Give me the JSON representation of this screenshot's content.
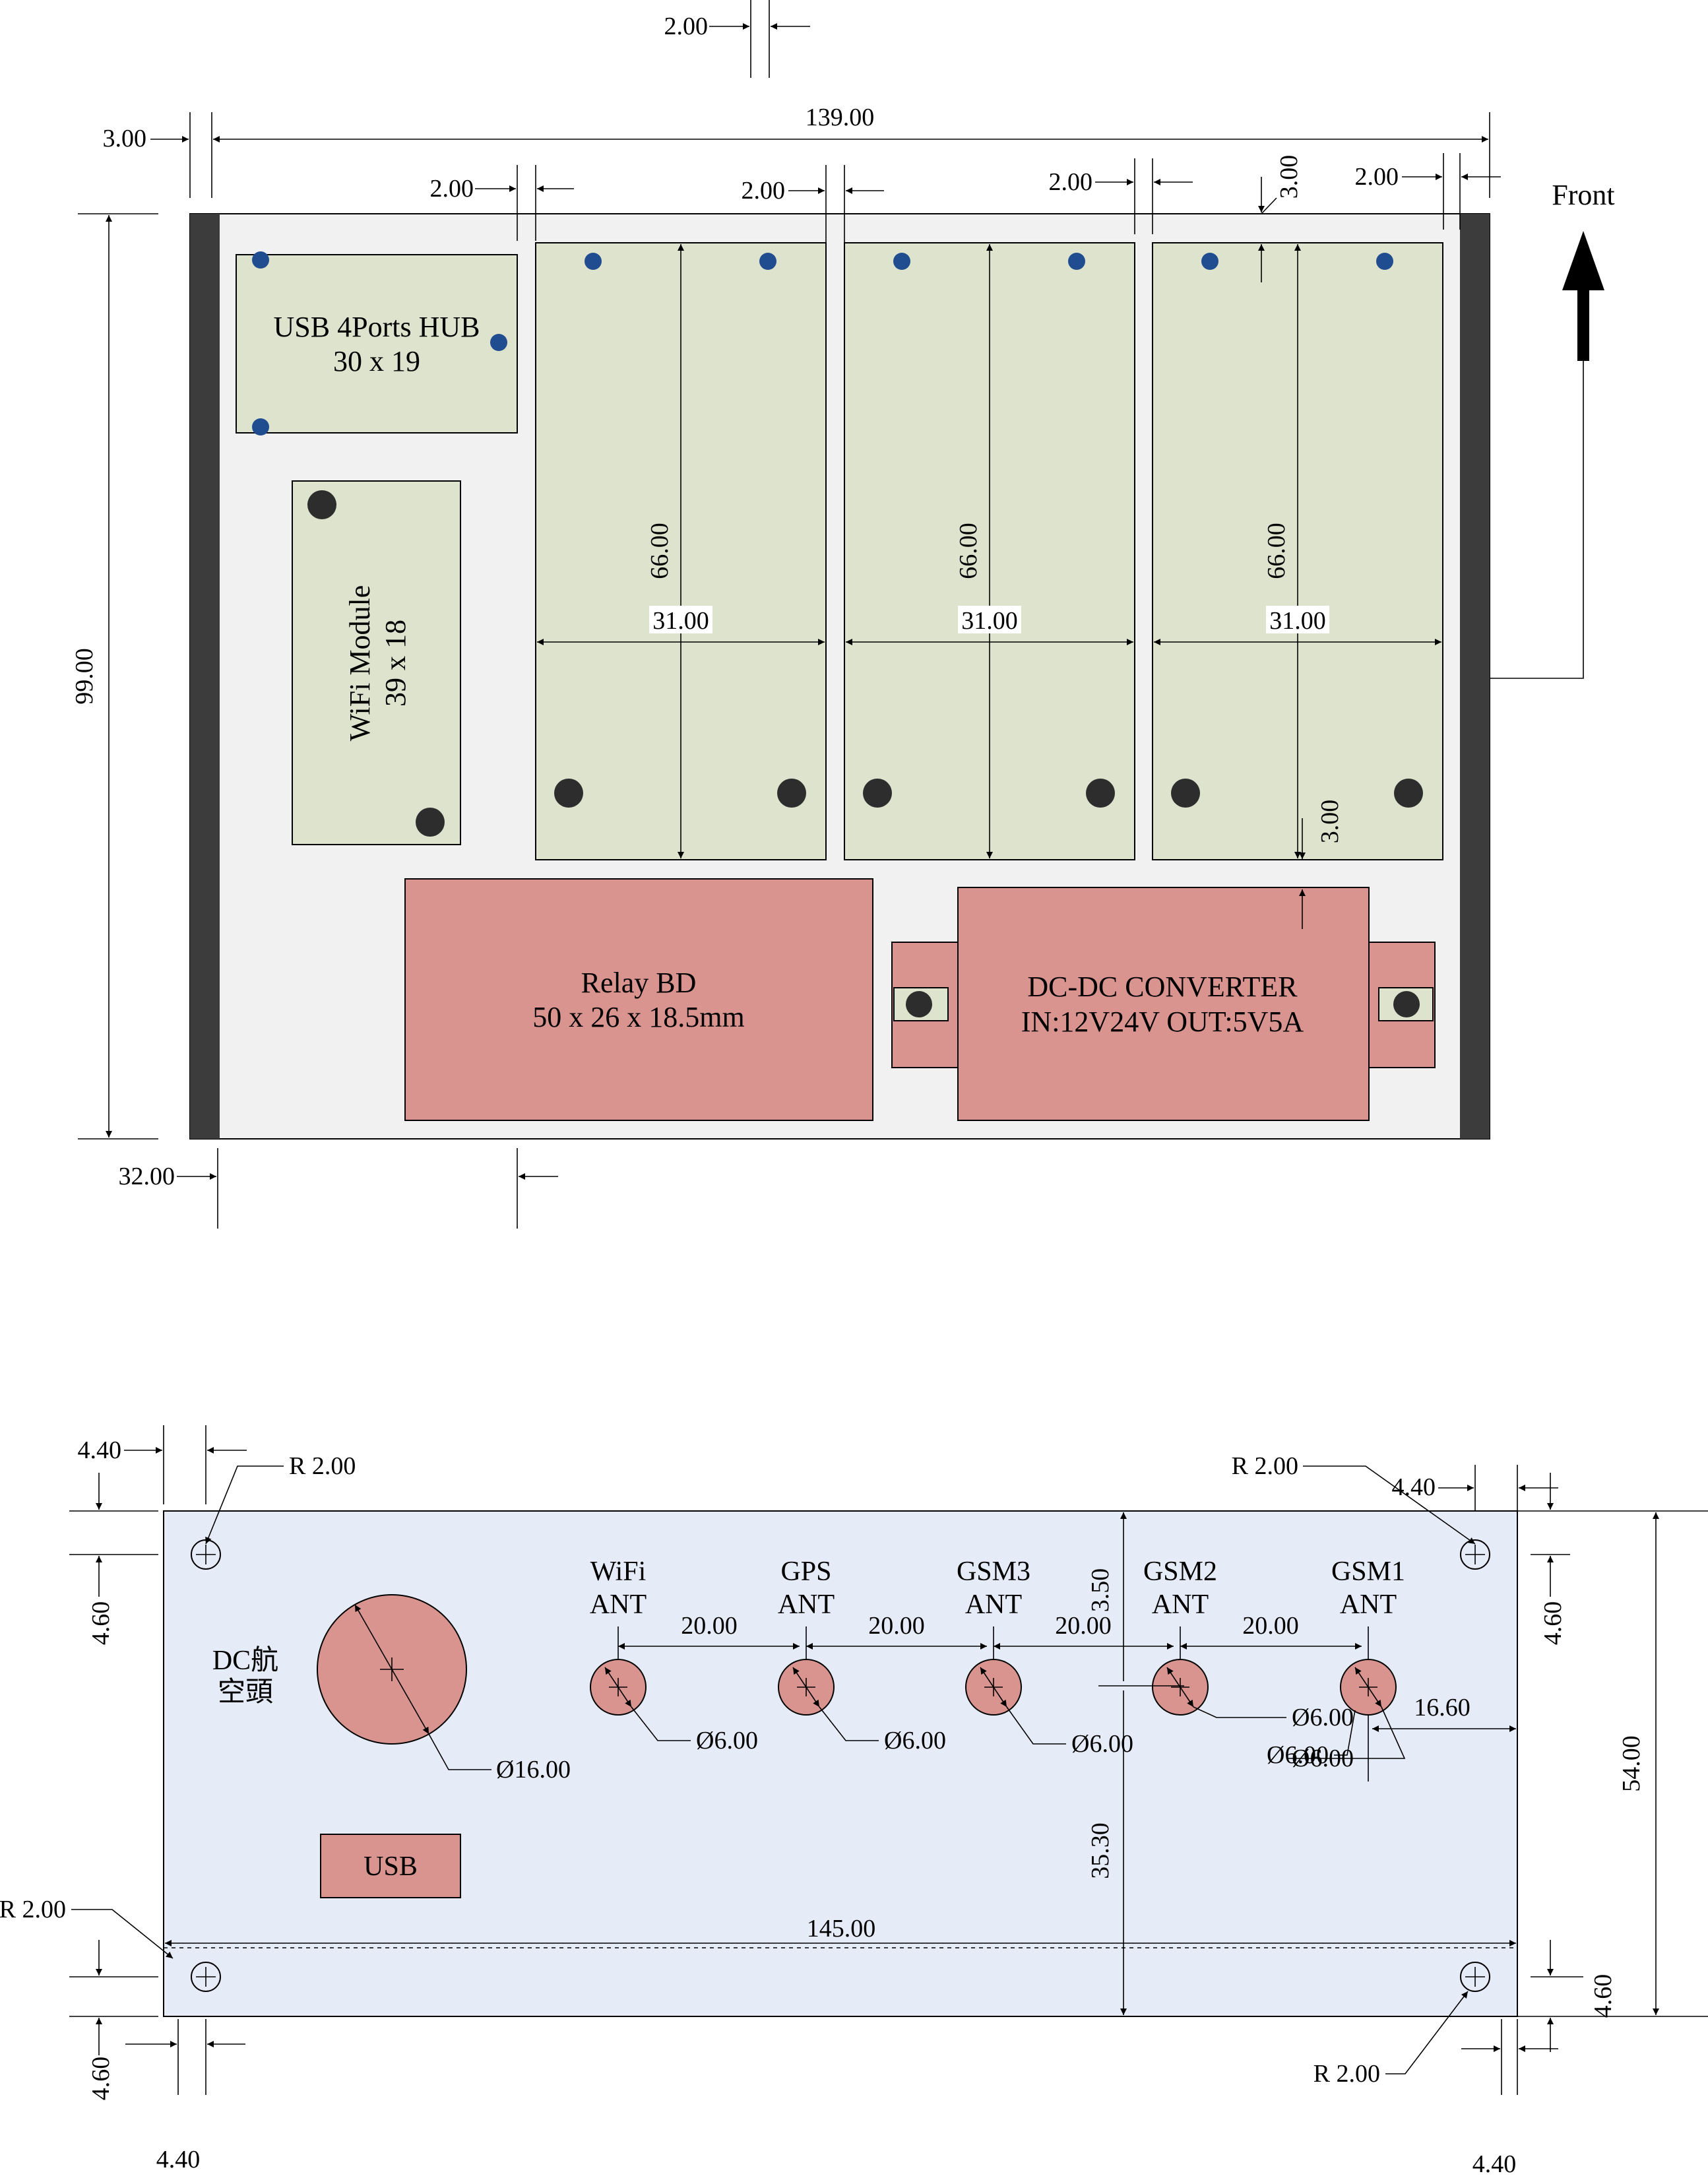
{
  "colors": {
    "board_bg": "#f1f1f1",
    "module_green": "#dde3cd",
    "module_red": "#d9948f",
    "rail_dark": "#3c3c3c",
    "hole_blue": "#1f4d8f",
    "hole_dark": "#2d2d2d",
    "panel_blue": "#e6ecf7"
  },
  "top_view": {
    "front_label": "Front",
    "usb_hub": {
      "line1": "USB 4Ports HUB",
      "line2": "30 x 19"
    },
    "wifi_module": {
      "line1": "WiFi Module",
      "line2": "39 x 18"
    },
    "relay": {
      "line1": "Relay BD",
      "line2": "50 x 26 x 18.5mm"
    },
    "dcdc": {
      "line1": "DC-DC CONVERTER",
      "line2": "IN:12V24V OUT:5V5A"
    },
    "slot_height": "66.00",
    "slot_width": "31.00",
    "dims": {
      "top_gap": "2.00",
      "overall_width": "139.00",
      "left_margin": "3.00",
      "gap1": "2.00",
      "gap2": "2.00",
      "gap3": "2.00",
      "gap4": "2.00",
      "top_offset": "3.00",
      "bottom_offset": "3.00",
      "overall_height": "99.00",
      "relay_offset": "32.00"
    }
  },
  "front_panel": {
    "dc_connector": {
      "line1": "DC航",
      "line2": "空頭",
      "diameter": "Ø16.00"
    },
    "usb_label": "USB",
    "antennas": [
      {
        "line1": "WiFi",
        "line2": "ANT",
        "diameter": "Ø6.00"
      },
      {
        "line1": "GPS",
        "line2": "ANT",
        "diameter": "Ø6.00"
      },
      {
        "line1": "GSM3",
        "line2": "ANT",
        "diameter": "Ø6.00"
      },
      {
        "line1": "GSM2",
        "line2": "ANT",
        "diameter": "Ø6.00"
      },
      {
        "line1": "GSM1",
        "line2": "ANT",
        "diameter": "Ø6.00"
      }
    ],
    "gsm1_extra_diameter": "Ø6.00",
    "spacing": [
      "20.00",
      "20.00",
      "20.00",
      "20.00"
    ],
    "dims": {
      "right_offset": "16.60",
      "upper_offset": "3.50",
      "lower_offset": "35.30",
      "overall_width": "145.00",
      "overall_height": "54.00",
      "radius_tl": "R 2.00",
      "radius_tr": "R 2.00",
      "radius_bl": "R 2.00",
      "radius_br": "R 2.00",
      "hole_x_tl": "4.40",
      "hole_x_tr": "4.40",
      "hole_x_bl": "4.40",
      "hole_x_br": "4.40",
      "hole_y_tl": "4.60",
      "hole_y_tr": "4.60",
      "hole_y_bl": "4.60",
      "hole_y_br": "4.60"
    }
  }
}
